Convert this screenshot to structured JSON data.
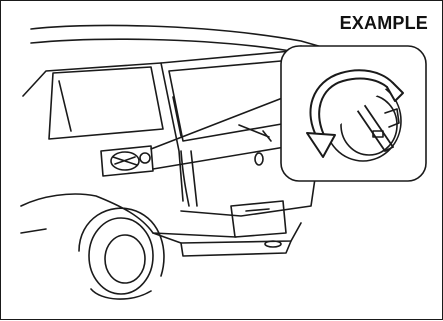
{
  "figure": {
    "label": "EXAMPLE"
  },
  "illustration": {
    "subject": "car-rear-fuel-cap",
    "detail_view": "fuel-cap-rotation",
    "colors": {
      "stroke": "#1a1a1a",
      "background": "#ffffff"
    }
  }
}
